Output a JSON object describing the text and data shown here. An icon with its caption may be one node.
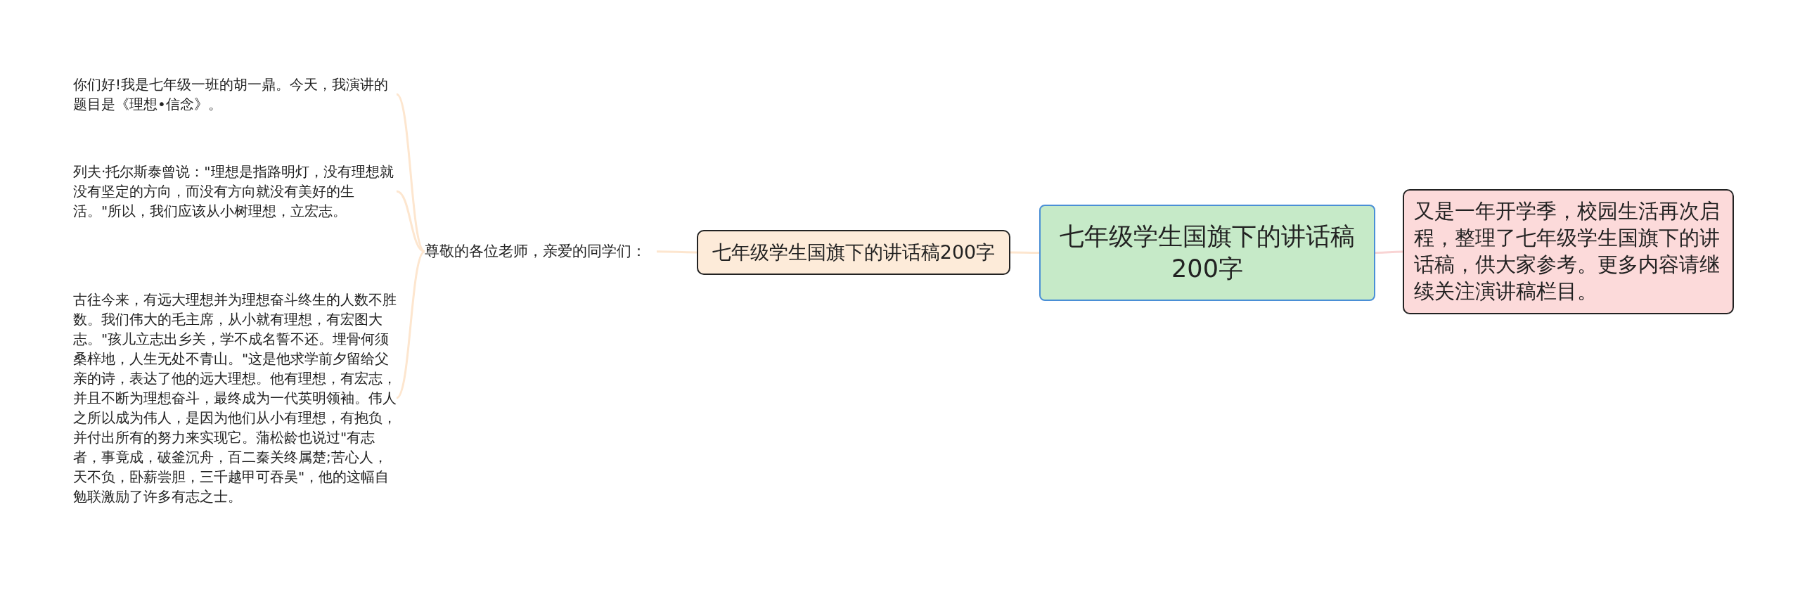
{
  "diagram": {
    "nodes": [
      {
        "text": [
          "七年级学生国旗下的讲话稿200字"
        ]
      },
      {
        "text": [
          "七年级学生国旗下的讲话稿200字"
        ]
      },
      {
        "text": [
          "尊敬的各位老师，亲爱的同学们："
        ]
      },
      {
        "text": [
          "你们好!我是七年级一班的胡一鼎。今天，我演讲的题目是《理想•信念》。"
        ]
      },
      {
        "text": [
          "列夫·托尔斯泰曾说：\"理想是指路明灯，没有理想就没有坚定的方向，而没有方向就没有美好的生活。\"所以，我们应该从小树理想，立宏志。"
        ]
      },
      {
        "text": [
          "古往今来，有远大理想并为理想奋斗终生的人数不胜数。我们伟大的毛主席，从小就有理想，有宏图大志。\"孩儿立志出乡关，学不成名誓不还。埋骨何须桑梓地，人生无处不青山。\"这是他求学前夕留给父亲的诗，表达了他的远大理想。他有理想，有宏志，并且不断为理想奋斗，最终成为一代英明领袖。伟人之所以成为伟人，是因为他们从小有理想，有抱负，并付出所有的努力来实现它。蒲松龄也说过\"有志者，事竟成，破釜沉舟，百二秦关终属楚;苦心人，天不负，卧薪尝胆，三千越甲可吞吴\"，他的这幅自勉联激励了许多有志之士。"
        ]
      },
      {
        "text": [
          "又是一年开学季，校园生活再次启程，整理了七年级学生国旗下的讲话稿，供大家参考。更多内容请继续关注演讲稿栏目。"
        ]
      }
    ],
    "edges": [
      {
        "from": 0,
        "to": 1,
        "arrow": "none"
      },
      {
        "from": 1,
        "to": 2,
        "arrow": "none"
      },
      {
        "from": 2,
        "to": 3,
        "arrow": "none"
      },
      {
        "from": 2,
        "to": 4,
        "arrow": "none"
      },
      {
        "from": 2,
        "to": 5,
        "arrow": "none"
      },
      {
        "from": 0,
        "to": 6,
        "arrow": "none",
        "color": "#f9d4d4"
      }
    ]
  }
}
